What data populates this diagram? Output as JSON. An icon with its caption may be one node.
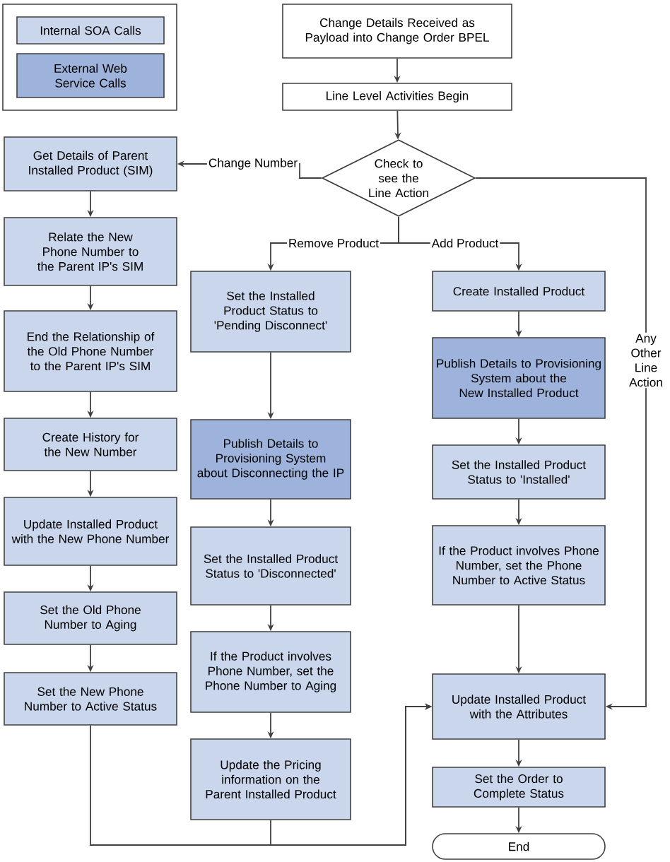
{
  "diagram": {
    "nodes": [
      {
        "text": [
          "Change Details Received as Payload into Change Order BPEL"
        ]
      },
      {
        "text": [
          "Line Level Activities Begin"
        ]
      },
      {
        "text": [
          "Check to see the Line Action"
        ]
      },
      {
        "text": [
          "Get Details of Parent Installed Product (SIM)"
        ]
      },
      {
        "text": [
          "Relate the New Phone Number to the Parent IP's SIM"
        ]
      },
      {
        "text": [
          "End the Relationship of the Old Phone Number to the Parent IP's SIM"
        ]
      },
      {
        "text": [
          "Create History for the New Number"
        ]
      },
      {
        "text": [
          "Update Installed Product with the New Phone Number"
        ]
      },
      {
        "text": [
          "Set the Old Phone Number to Aging"
        ]
      },
      {
        "text": [
          "Set the New Phone Number to Active Status"
        ]
      },
      {
        "text": [
          "Set the Installed Product Status to 'Pending Disconnect'"
        ]
      },
      {
        "text": [
          "Publish Details to Provisioning System about Disconnecting the IP"
        ]
      },
      {
        "text": [
          "Set the Installed Product Status to 'Disconnected'"
        ]
      },
      {
        "text": [
          "If the Product involves Phone Number, set the Phone Number to Aging"
        ]
      },
      {
        "text": [
          "Update the Pricing information on the Parent Installed Product"
        ]
      },
      {
        "text": [
          "Create Installed Product"
        ]
      },
      {
        "text": [
          "Publish Details to Provisioning System about the New Installed Product"
        ]
      },
      {
        "text": [
          "Set the Installed Product Status to 'Installed'"
        ]
      },
      {
        "text": [
          "If the Product involves Phone Number, set the Phone Number to Active Status"
        ]
      },
      {
        "text": [
          "Update Installed Product with the Attributes"
        ]
      },
      {
        "text": [
          "Set the Order to Complete Status"
        ]
      },
      {
        "text": [
          "End"
        ]
      }
    ],
    "edges": [
      {
        "from": 0,
        "to": 1,
        "arrow": "to"
      },
      {
        "from": 1,
        "to": 2,
        "arrow": "to"
      },
      {
        "from": 2,
        "to": 3,
        "arrow": "to",
        "label": "Change Number"
      },
      {
        "from": 2,
        "to": 10,
        "arrow": "to",
        "label": "Remove Product"
      },
      {
        "from": 2,
        "to": 15,
        "arrow": "to",
        "label": "Add Product"
      },
      {
        "from": 2,
        "to": 19,
        "arrow": "to",
        "label": "Any Other Line Action"
      },
      {
        "from": 3,
        "to": 4,
        "arrow": "to"
      },
      {
        "from": 4,
        "to": 5,
        "arrow": "to"
      },
      {
        "from": 5,
        "to": 6,
        "arrow": "to"
      },
      {
        "from": 6,
        "to": 7,
        "arrow": "to"
      },
      {
        "from": 7,
        "to": 8,
        "arrow": "to"
      },
      {
        "from": 8,
        "to": 9,
        "arrow": "to"
      },
      {
        "from": 9,
        "to": 19,
        "arrow": "to"
      },
      {
        "from": 10,
        "to": 11,
        "arrow": "to"
      },
      {
        "from": 11,
        "to": 12,
        "arrow": "to"
      },
      {
        "from": 12,
        "to": 13,
        "arrow": "to"
      },
      {
        "from": 13,
        "to": 14,
        "arrow": "to"
      },
      {
        "from": 14,
        "to": 19,
        "arrow": "to"
      },
      {
        "from": 15,
        "to": 16,
        "arrow": "to"
      },
      {
        "from": 16,
        "to": 17,
        "arrow": "to"
      },
      {
        "from": 17,
        "to": 18,
        "arrow": "to"
      },
      {
        "from": 18,
        "to": 19,
        "arrow": "to"
      },
      {
        "from": 19,
        "to": 20,
        "arrow": "to"
      },
      {
        "from": 20,
        "to": 21,
        "arrow": "to"
      }
    ],
    "legend": [
      {
        "text": "Internal SOA Calls",
        "color": "#c9d6ec"
      },
      {
        "text": "External Web Service Calls",
        "color": "#9db3dc"
      }
    ]
  }
}
